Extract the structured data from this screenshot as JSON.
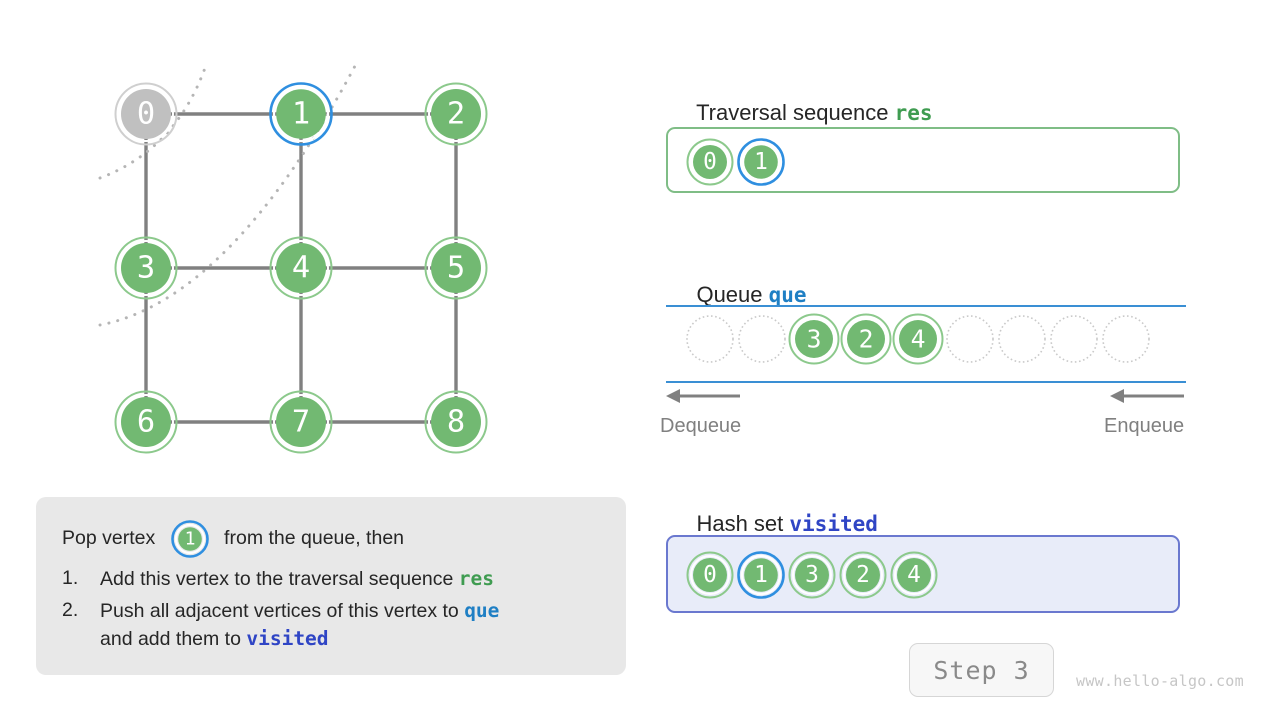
{
  "colors": {
    "node_green_fill": "#72b972",
    "node_green_ring": "#8cc98c",
    "node_gray_fill": "#c0c0c0",
    "node_gray_ring": "#cfcfcf",
    "highlight_blue": "#2f8fe0",
    "edge_gray": "#808080",
    "wavefront_dotted": "#b5b5b5",
    "res_border_green": "#7fbd86",
    "queue_rail_blue": "#3a8fd4",
    "visited_fill": "#e8ecf9",
    "visited_border": "#6a78cf",
    "kw_res": "#3f9c51",
    "kw_que": "#1f7fc4",
    "kw_visited": "#2f45c5",
    "text_dark": "#262626",
    "text_muted": "#808080",
    "step_text": "#8a8a8a",
    "watermark": "#c6c6c6",
    "explain_bg": "#e8e8e8"
  },
  "graph": {
    "name": "bfs-grid-graph",
    "nodes": [
      {
        "id": "0",
        "label": "0",
        "col": 0,
        "row": 0,
        "state": "done"
      },
      {
        "id": "1",
        "label": "1",
        "col": 1,
        "row": 0,
        "state": "current"
      },
      {
        "id": "2",
        "label": "2",
        "col": 2,
        "row": 0,
        "state": "normal"
      },
      {
        "id": "3",
        "label": "3",
        "col": 0,
        "row": 1,
        "state": "normal"
      },
      {
        "id": "4",
        "label": "4",
        "col": 1,
        "row": 1,
        "state": "normal"
      },
      {
        "id": "5",
        "label": "5",
        "col": 2,
        "row": 1,
        "state": "normal"
      },
      {
        "id": "6",
        "label": "6",
        "col": 0,
        "row": 2,
        "state": "normal"
      },
      {
        "id": "7",
        "label": "7",
        "col": 1,
        "row": 2,
        "state": "normal"
      },
      {
        "id": "8",
        "label": "8",
        "col": 2,
        "row": 2,
        "state": "normal"
      }
    ],
    "edges": [
      [
        "0",
        "1"
      ],
      [
        "1",
        "2"
      ],
      [
        "0",
        "3"
      ],
      [
        "1",
        "4"
      ],
      [
        "2",
        "5"
      ],
      [
        "3",
        "4"
      ],
      [
        "4",
        "5"
      ],
      [
        "3",
        "6"
      ],
      [
        "4",
        "7"
      ],
      [
        "5",
        "8"
      ],
      [
        "6",
        "7"
      ],
      [
        "7",
        "8"
      ]
    ],
    "wavefronts": 2
  },
  "res": {
    "title_prefix": "Traversal sequence ",
    "title_keyword": "res",
    "items": [
      {
        "label": "0",
        "state": "normal"
      },
      {
        "label": "1",
        "state": "current"
      }
    ]
  },
  "queue": {
    "title_prefix": "Queue ",
    "title_keyword": "que",
    "capacity": 9,
    "slots": [
      {
        "label": "",
        "filled": false
      },
      {
        "label": "",
        "filled": false
      },
      {
        "label": "3",
        "filled": true
      },
      {
        "label": "2",
        "filled": true
      },
      {
        "label": "4",
        "filled": true
      },
      {
        "label": "",
        "filled": false
      },
      {
        "label": "",
        "filled": false
      },
      {
        "label": "",
        "filled": false
      },
      {
        "label": "",
        "filled": false
      }
    ],
    "dequeue_label": "Dequeue",
    "enqueue_label": "Enqueue"
  },
  "visited": {
    "title_prefix": "Hash set ",
    "title_keyword": "visited",
    "items": [
      {
        "label": "0",
        "state": "normal"
      },
      {
        "label": "1",
        "state": "current"
      },
      {
        "label": "3",
        "state": "normal"
      },
      {
        "label": "2",
        "state": "normal"
      },
      {
        "label": "4",
        "state": "normal"
      }
    ]
  },
  "explanation": {
    "line1_before": "Pop vertex ",
    "line1_node": "1",
    "line1_after": " from the queue, then",
    "steps": [
      {
        "num": "1.",
        "parts": [
          {
            "t": "Add this vertex to the traversal sequence ",
            "k": ""
          },
          {
            "t": "res",
            "k": "res"
          }
        ]
      },
      {
        "num": "2.",
        "parts": [
          {
            "t": "Push all adjacent vertices of this vertex to ",
            "k": ""
          },
          {
            "t": "que",
            "k": "que"
          },
          {
            "t": "\nand add them to ",
            "k": ""
          },
          {
            "t": "visited",
            "k": "visited"
          }
        ]
      }
    ]
  },
  "footer": {
    "step_label": "Step 3",
    "watermark": "www.hello-algo.com"
  }
}
